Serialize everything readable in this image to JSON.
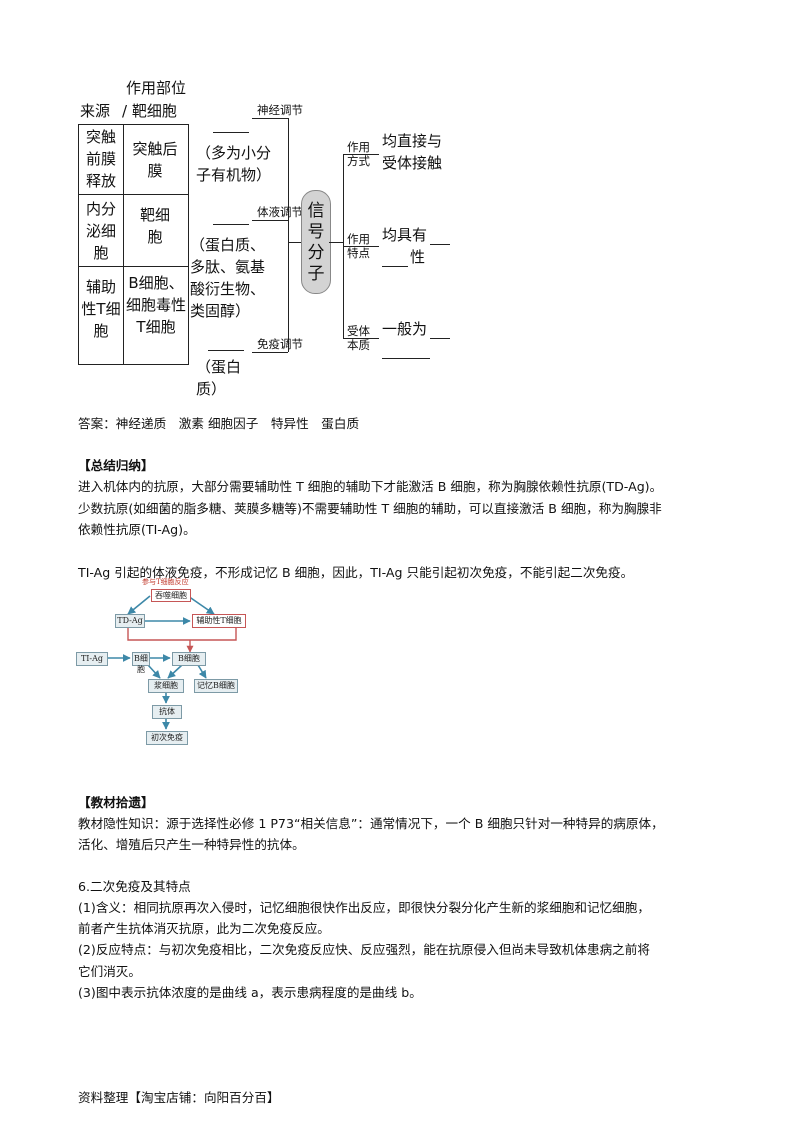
{
  "diagram": {
    "source_header": "来源",
    "target_header_1": "作用部位",
    "target_header_2": "/ 靶细胞",
    "rows": [
      {
        "source": "突触前膜释放",
        "target": "突触后膜"
      },
      {
        "source": "内分泌细胞",
        "target": "靶细胞"
      },
      {
        "source": "辅助性T细胞",
        "target": "B细胞、细胞毒性T细胞"
      }
    ],
    "mid": [
      {
        "label": "神经调节",
        "desc": "（多为小分子有机物）"
      },
      {
        "label": "体液调节",
        "desc": "（蛋白质、多肽、氨基酸衍生物、类固醇）"
      },
      {
        "label": "免疫调节",
        "desc": "（蛋白质）"
      }
    ],
    "center": "信号分子",
    "right": [
      {
        "label": "作用方式",
        "text": "均直接与受体接触"
      },
      {
        "label": "作用特点",
        "text_a": "均具有",
        "text_b": "性"
      },
      {
        "label": "受体本质",
        "text": "一般为"
      }
    ]
  },
  "answer": "答案：神经递质　激素 细胞因子　特异性　蛋白质",
  "summary": {
    "heading": "【总结归纳】",
    "p1": "进入机体内的抗原，大部分需要辅助性 T 细胞的辅助下才能激活 B 细胞，称为胸腺依赖性抗原(TD-Ag)。",
    "p2a": "少数抗原(如细菌的脂多糖、荚膜多糖等)不需要辅助性 T 细胞的辅助，可以直接激活 B 细胞，称为胸腺非",
    "p2b": "依赖性抗原(TI-Ag)。",
    "p3": "TI-Ag 引起的体液免疫，不形成记忆 B 细胞，因此，TI-Ag 只能引起初次免疫，不能引起二次免疫。"
  },
  "flow": {
    "red_label": "参与T细胞反应",
    "apc": "吞噬细胞",
    "td": "TD-Ag",
    "helper": "辅助性T细胞",
    "ti": "TI-Ag",
    "b1": "B细胞",
    "b2": "B细胞",
    "plasma": "浆细胞",
    "memory": "记忆B细胞",
    "antibody": "抗体",
    "primary": "初次免疫"
  },
  "textbook": {
    "heading": "【教材拾遗】",
    "p1": "教材隐性知识：源于选择性必修 1 P73“相关信息”：通常情况下，一个 B 细胞只针对一种特异的病原体，",
    "p2": "活化、增殖后只产生一种特异性的抗体。"
  },
  "secondary": {
    "title": "6.二次免疫及其特点",
    "s1a": "(1)含义：相同抗原再次入侵时，记忆细胞很快作出反应，即很快分裂分化产生新的浆细胞和记忆细胞，",
    "s1b": "前者产生抗体消灭抗原，此为二次免疫反应。",
    "s2a": "(2)反应特点：与初次免疫相比，二次免疫反应快、反应强烈，能在抗原侵入但尚未导致机体患病之前将",
    "s2b": "它们消灭。",
    "s3": "(3)图中表示抗体浓度的是曲线 a，表示患病程度的是曲线 b。"
  },
  "footer": "资料整理【淘宝店铺：向阳百分百】"
}
